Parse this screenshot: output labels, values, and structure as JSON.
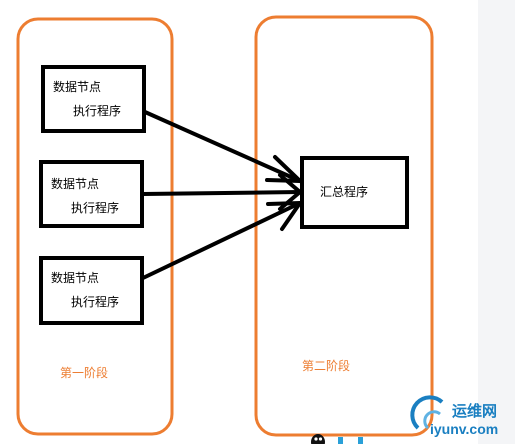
{
  "diagram": {
    "stage1": {
      "label": "第一阶段"
    },
    "stage2": {
      "label": "第二阶段"
    },
    "nodes": [
      {
        "line1": "数据节点",
        "line2": "执行程序"
      },
      {
        "line1": "数据节点",
        "line2": "执行程序"
      },
      {
        "line1": "数据节点",
        "line2": "执行程序"
      }
    ],
    "summary": {
      "label": "汇总程序"
    }
  },
  "watermark": {
    "cn": "运维网",
    "url": "iyunv.com"
  },
  "colors": {
    "stage_border": "#ed7d31",
    "box_border": "#000000",
    "watermark_blue": "#1a7fc1"
  }
}
